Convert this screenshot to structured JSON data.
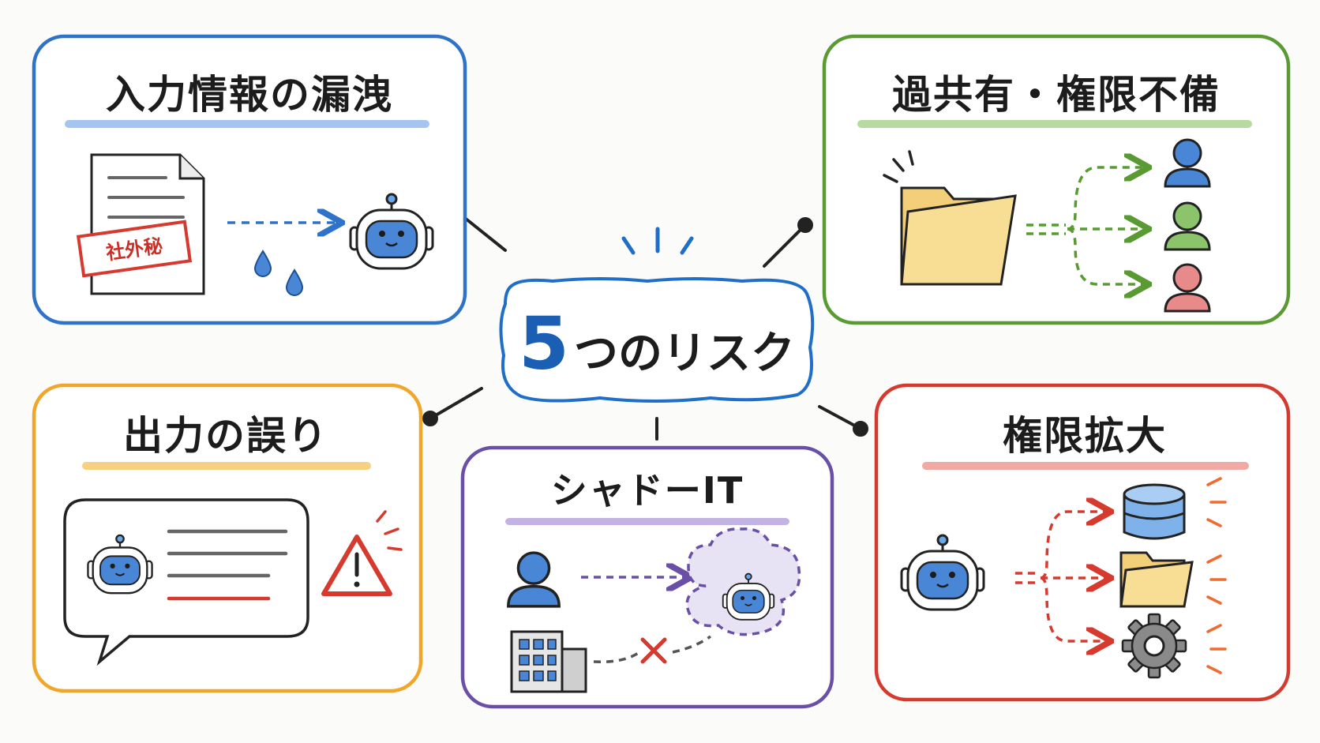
{
  "center": {
    "number": "5",
    "label": "つのリスク"
  },
  "risks": [
    {
      "id": "input-leak",
      "title": "入力情報の漏洩",
      "stamp": "社外秘",
      "color": "#2f73c9"
    },
    {
      "id": "oversharing",
      "title": "過共有・権限不備",
      "color": "#5a9a32"
    },
    {
      "id": "output-error",
      "title": "出力の誤り",
      "color": "#f0a62a"
    },
    {
      "id": "shadow-it",
      "title": "シャドーIT",
      "color": "#6a4fa6"
    },
    {
      "id": "privilege-escalation",
      "title": "権限拡大",
      "color": "#d63a2f"
    }
  ]
}
